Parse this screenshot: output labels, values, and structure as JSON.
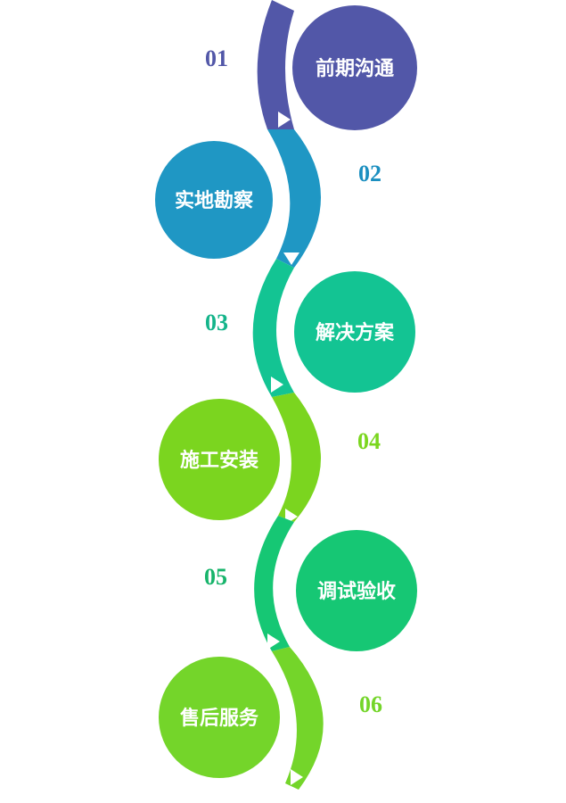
{
  "steps": [
    {
      "number": "01",
      "label": "前期沟通",
      "color": "#5257a8",
      "number_color": "#5257a8"
    },
    {
      "number": "02",
      "label": "实地勘察",
      "color": "#1f97c4",
      "number_color": "#1b8fc0"
    },
    {
      "number": "03",
      "label": "解决方案",
      "color": "#13c493",
      "number_color": "#14b48a"
    },
    {
      "number": "04",
      "label": "施工安装",
      "color": "#7bd51f",
      "number_color": "#7ad61e"
    },
    {
      "number": "05",
      "label": "调试验收",
      "color": "#16c774",
      "number_color": "#17b46b"
    },
    {
      "number": "06",
      "label": "售后服务",
      "color": "#74d52a",
      "number_color": "#74d52a"
    }
  ],
  "connector_icon": "triangle-arrow-icon"
}
